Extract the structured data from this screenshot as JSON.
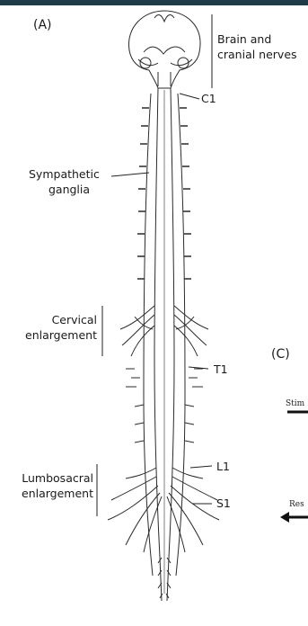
{
  "panel_a": "(A)",
  "panel_c": "(C)",
  "labels": {
    "brain": "Brain and",
    "brain2": "cranial nerves",
    "c1": "C1",
    "symp": "Sympathetic",
    "symp2": "ganglia",
    "cerv": "Cervical",
    "cerv2": "enlargement",
    "t1": "T1",
    "lumbo": "Lumbosacral",
    "lumbo2": "enlargement",
    "l1": "L1",
    "s1": "S1"
  },
  "side_partial": {
    "stim": "Stim",
    "res": "Res"
  }
}
